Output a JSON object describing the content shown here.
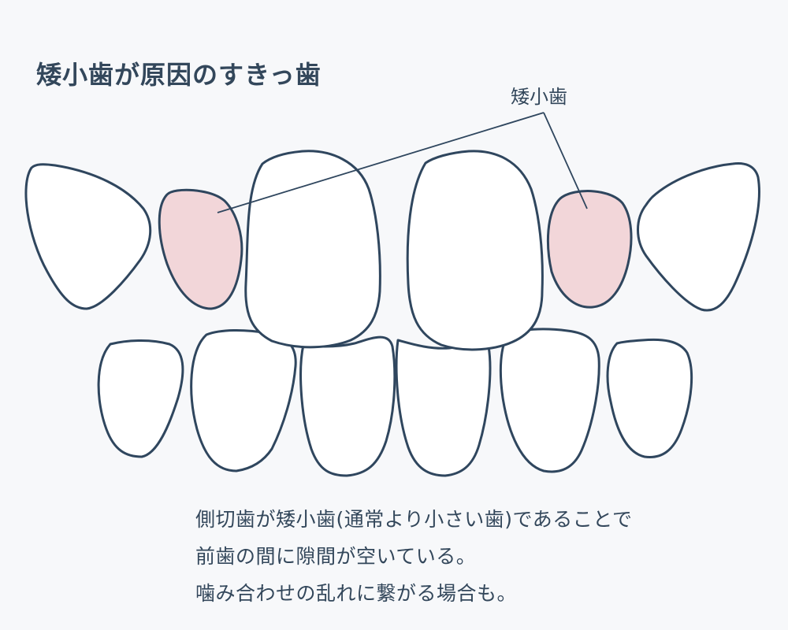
{
  "title": "矮小歯が原因のすきっ歯",
  "callout_label": "矮小歯",
  "caption_lines": [
    "側切歯が矮小歯(通常より小さい歯)であることで",
    "前歯の間に隙間が空いている。",
    "噛み合わせの乱れに繋がる場合も。"
  ],
  "colors": {
    "outline": "#2f465e",
    "highlight": "#f2d6d9",
    "background": "#f7f8fa"
  }
}
